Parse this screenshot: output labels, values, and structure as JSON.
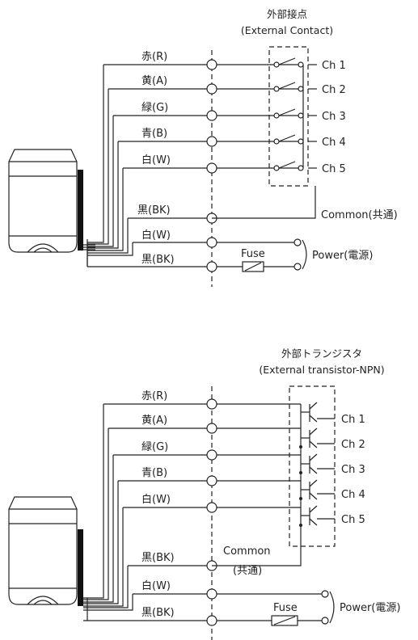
{
  "top": {
    "title_jp": "外部接点",
    "title_en": "(External Contact)",
    "wires": [
      "赤(R)",
      "黄(A)",
      "緑(G)",
      "青(B)",
      "白(W)",
      "黒(BK)",
      "白(W)",
      "黒(BK)"
    ],
    "channels": [
      "Ch 1",
      "Ch 2",
      "Ch 3",
      "Ch 4",
      "Ch 5"
    ],
    "common": "Common(共通)",
    "fuse": "Fuse",
    "power": "Power(電源)"
  },
  "bottom": {
    "title_jp": "外部トランジスタ",
    "title_en": "(External transistor-NPN)",
    "wires": [
      "赤(R)",
      "黄(A)",
      "緑(G)",
      "青(B)",
      "白(W)",
      "黒(BK)",
      "白(W)",
      "黒(BK)"
    ],
    "channels": [
      "Ch 1",
      "Ch 2",
      "Ch 3",
      "Ch 4",
      "Ch 5"
    ],
    "common": "Common",
    "common_jp": "(共通)",
    "fuse": "Fuse",
    "power": "Power(電源)"
  }
}
